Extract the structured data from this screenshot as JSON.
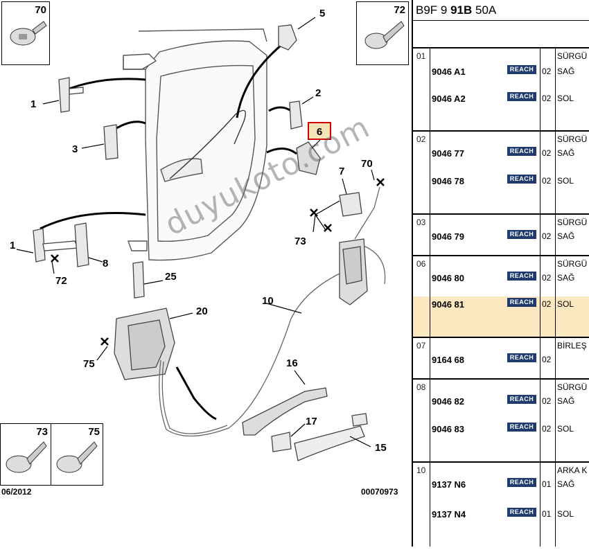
{
  "diagram": {
    "callouts": {
      "c1a": "1",
      "c1b": "1",
      "c2": "2",
      "c3": "3",
      "c5": "5",
      "c6": "6",
      "c7": "7",
      "c8": "8",
      "c10": "10",
      "c15": "15",
      "c16": "16",
      "c17": "17",
      "c20": "20",
      "c25": "25",
      "c70": "70",
      "c72": "72",
      "c73": "73",
      "c75": "75"
    },
    "icon_boxes": {
      "tl": "70",
      "tr": "72",
      "bl": "73",
      "br": "75"
    },
    "footer_date": "06/2012",
    "footer_code": "00070973",
    "watermark": "duyukoto.com",
    "highlight_color": "#d00000"
  },
  "table": {
    "ref_prefix": "B9F 9 ",
    "ref_bold": "91B",
    "ref_suffix": " 50A",
    "reach_label": "REACH",
    "reach_color": "#1f3b6e",
    "highlight_color": "#fce8c0",
    "groups": [
      {
        "num": "01",
        "title": "SÜRGÜ",
        "parts": [
          {
            "pn": "9046 A1",
            "qty": "02",
            "side": "SAĞ"
          },
          {
            "pn": "9046 A2",
            "qty": "02",
            "side": "SOL"
          }
        ]
      },
      {
        "num": "02",
        "title": "SÜRGÜ",
        "parts": [
          {
            "pn": "9046 77",
            "qty": "02",
            "side": "SAĞ"
          },
          {
            "pn": "9046 78",
            "qty": "02",
            "side": "SOL"
          }
        ]
      },
      {
        "num": "03",
        "title": "SÜRGÜ",
        "parts": [
          {
            "pn": "9046 79",
            "qty": "02",
            "side": "SAĞ"
          }
        ]
      },
      {
        "num": "06",
        "title": "SÜRGÜ",
        "parts": [
          {
            "pn": "9046 80",
            "qty": "02",
            "side": "SAĞ"
          },
          {
            "pn": "9046 81",
            "qty": "02",
            "side": "SOL"
          }
        ]
      },
      {
        "num": "07",
        "title": "BİRLEŞ",
        "parts": [
          {
            "pn": "9164 68",
            "qty": "02",
            "side": ""
          }
        ]
      },
      {
        "num": "08",
        "title": "SÜRGÜ",
        "parts": [
          {
            "pn": "9046 82",
            "qty": "02",
            "side": "SAĞ"
          },
          {
            "pn": "9046 83",
            "qty": "02",
            "side": "SOL"
          }
        ]
      },
      {
        "num": "10",
        "title": "ARKA K",
        "parts": [
          {
            "pn": "9137 N6",
            "qty": "01",
            "side": "SAĞ"
          },
          {
            "pn": "9137 N4",
            "qty": "01",
            "side": "SOL"
          }
        ]
      }
    ]
  }
}
